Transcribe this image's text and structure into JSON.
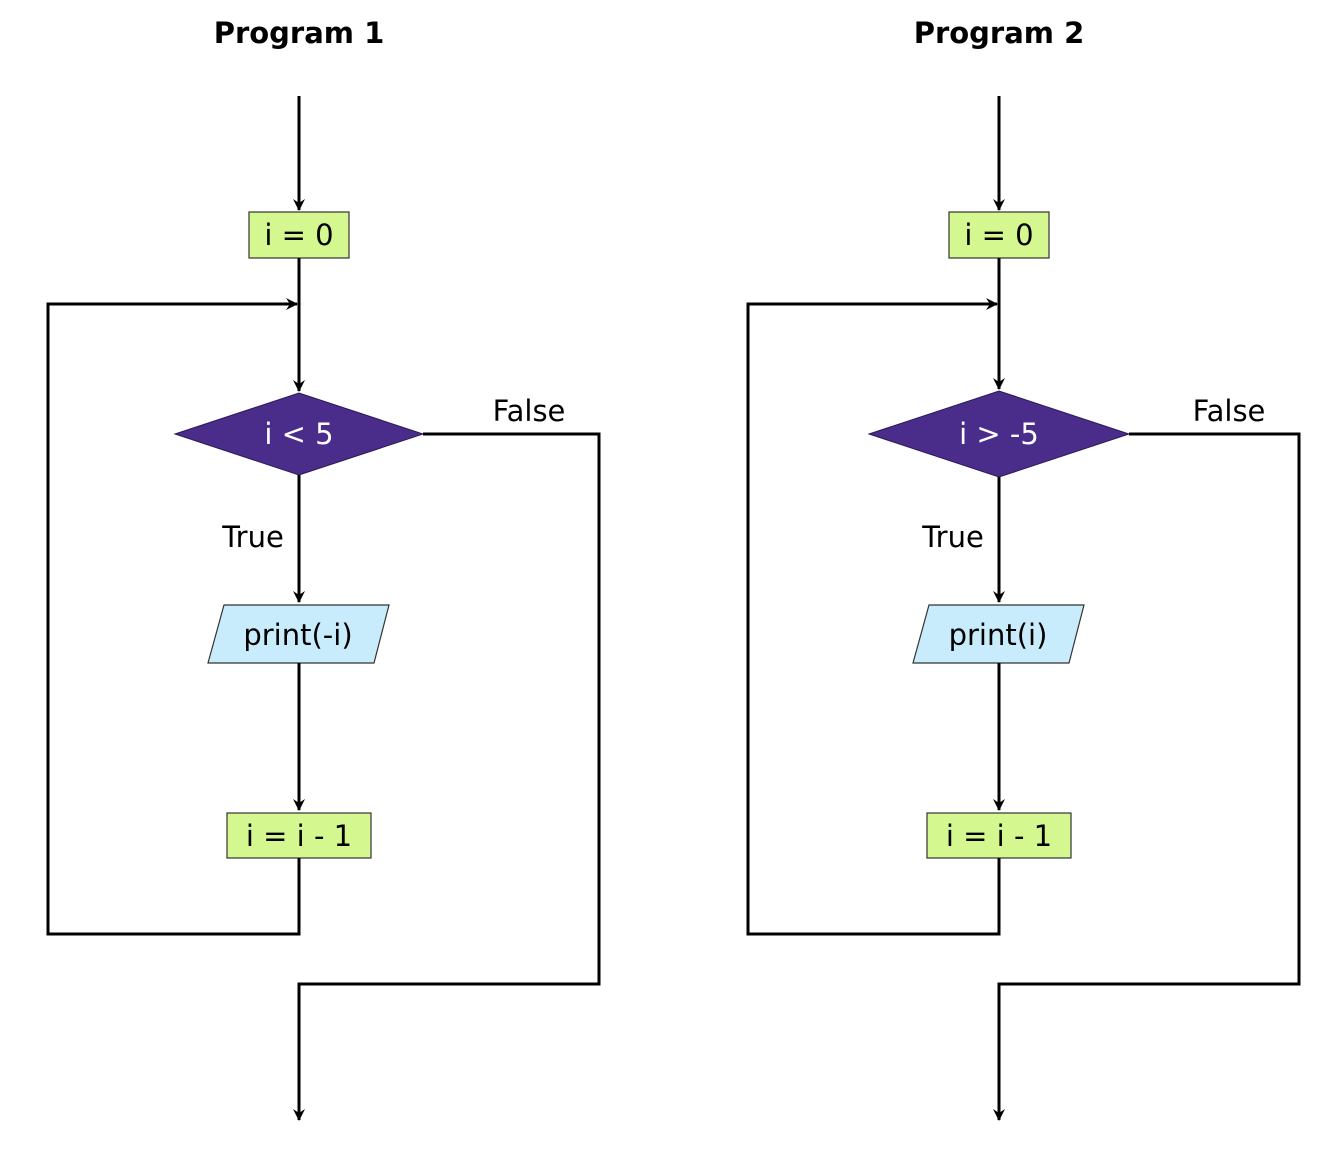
{
  "programs": [
    {
      "title": "Program 1",
      "init": "i = 0",
      "condition": "i < 5",
      "true_label": "True",
      "false_label": "False",
      "output": "print(-i)",
      "update": "i = i - 1"
    },
    {
      "title": "Program 2",
      "init": "i = 0",
      "condition": "i > -5",
      "true_label": "True",
      "false_label": "False",
      "output": "print(i)",
      "update": "i = i - 1"
    }
  ],
  "colors": {
    "process": "#d4f78f",
    "decision": "#4a2c8a",
    "io": "#c8ecfb"
  }
}
